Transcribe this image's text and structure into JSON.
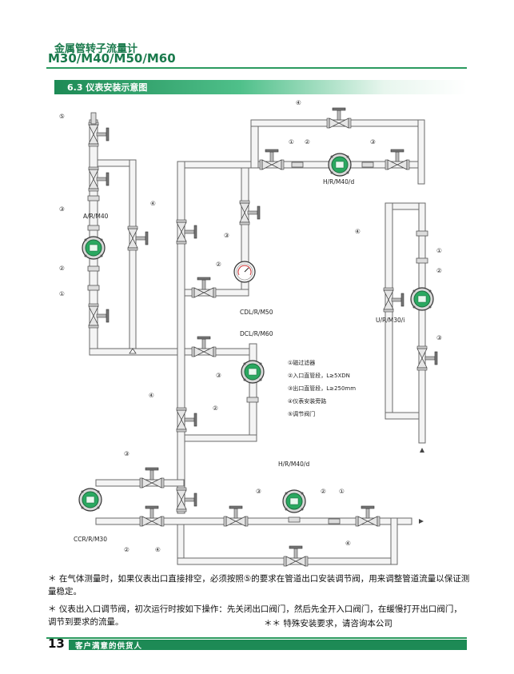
{
  "header": {
    "product_title": "金属管转子流量计",
    "models": "M30/M40/M50/M60"
  },
  "section": {
    "title": "6.3  仪表安装示意图"
  },
  "diagram": {
    "labels": {
      "ar_m40": "A/R/M40",
      "hr_m40_top": "H/R/M40/d",
      "cdl": "CDL/R/M50",
      "dcl": "DCL/R/M60",
      "ur_m30": "U/R/M30/i",
      "hr_m40_bottom": "H/R/M40/d",
      "ccr": "CCR/R/M30"
    },
    "markers": {
      "m1": "①",
      "m2": "②",
      "m3": "③",
      "m4": "④",
      "m5": "⑤"
    },
    "legend": [
      "①磁过滤器",
      "②入口直管段，L≥5XDN",
      "③出口直管段，L≥250mm",
      "④仪表安装旁路",
      "⑤调节阀门"
    ]
  },
  "notes": {
    "note1": "＊ 在气体测量时，如果仪表出口直接排空，必须按照⑤的要求在管道出口安装调节阀，用来调整管道流量以保证测量稳定。",
    "note2": "＊ 仪表出入口调节阀，初次运行时按如下操作：先关闭出口阀门，然后先全开入口阀门，在缓慢打开出口阀门，调节到要求的流量。",
    "note3": "＊＊ 特殊安装要求，请咨询本公司"
  },
  "footer": {
    "page_number": "13",
    "slogan": "客户满意的供货人"
  },
  "colors": {
    "brand_green": "#1d8a55",
    "meter_green": "#2aa860"
  }
}
